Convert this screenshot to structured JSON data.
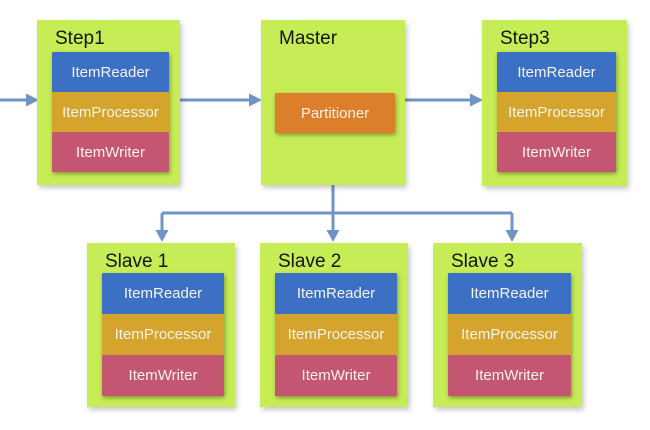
{
  "colors": {
    "canvas": "#ffffff",
    "container": "#c6ed55",
    "reader": "#3b70c5",
    "processor": "#d5a42c",
    "writer": "#c55671",
    "partitioner": "#dd7e2b",
    "arrow": "#7094c5",
    "title-text": "#141414",
    "box-text": "#f5f4ec"
  },
  "nodes": [
    {
      "id": "step1",
      "title": "Step1",
      "components": [
        "ItemReader",
        "ItemProcessor",
        "ItemWriter"
      ]
    },
    {
      "id": "master",
      "title": "Master",
      "components": [
        "Partitioner"
      ]
    },
    {
      "id": "step3",
      "title": "Step3",
      "components": [
        "ItemReader",
        "ItemProcessor",
        "ItemWriter"
      ]
    },
    {
      "id": "slave1",
      "title": "Slave 1",
      "components": [
        "ItemReader",
        "ItemProcessor",
        "ItemWriter"
      ]
    },
    {
      "id": "slave2",
      "title": "Slave 2",
      "components": [
        "ItemReader",
        "ItemProcessor",
        "ItemWriter"
      ]
    },
    {
      "id": "slave3",
      "title": "Slave 3",
      "components": [
        "ItemReader",
        "ItemProcessor",
        "ItemWriter"
      ]
    }
  ],
  "edges": [
    {
      "from": "offscreen-left",
      "to": "Step1"
    },
    {
      "from": "Step1",
      "to": "Master"
    },
    {
      "from": "Master",
      "to": "Step3"
    },
    {
      "from": "Master",
      "to": "Slave 1"
    },
    {
      "from": "Master",
      "to": "Slave 2"
    },
    {
      "from": "Master",
      "to": "Slave 3"
    }
  ]
}
